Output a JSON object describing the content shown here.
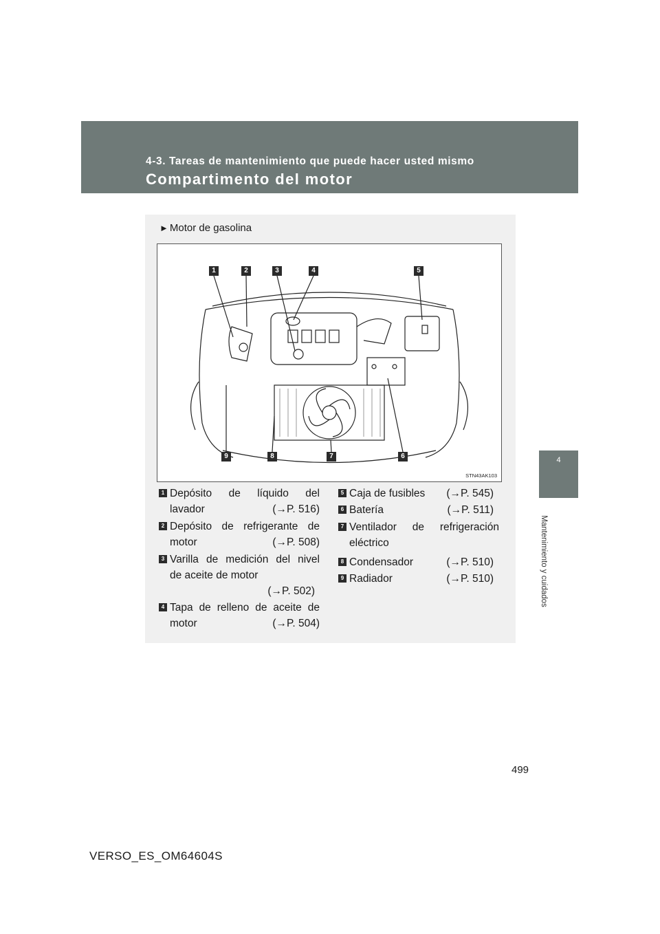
{
  "header": {
    "section": "4-3. Tareas de mantenimiento que puede hacer usted mismo",
    "title": "Compartimento del motor"
  },
  "side_tab": {
    "number": "4",
    "label": "Mantenimiento y cuidados"
  },
  "diagram": {
    "subtitle": "Motor de gasolina",
    "code": "STN43AK103",
    "callouts_top": [
      "1",
      "2",
      "3",
      "4",
      "5"
    ],
    "callouts_bottom": [
      "9",
      "8",
      "7",
      "6"
    ]
  },
  "items": [
    {
      "num": "1",
      "lines": [
        "Depósito de líquido del",
        "lavador"
      ],
      "ref": "(→P. 516)"
    },
    {
      "num": "2",
      "lines": [
        "Depósito de refrigerante de",
        "motor"
      ],
      "ref": "(→P. 508)"
    },
    {
      "num": "3",
      "lines": [
        "Varilla de medición del nivel",
        "de aceite de motor"
      ],
      "ref": "(→P. 502)"
    },
    {
      "num": "4",
      "lines": [
        "Tapa de relleno de aceite de",
        "motor"
      ],
      "ref": "(→P. 504)"
    },
    {
      "num": "5",
      "lines": [
        "Caja de fusibles"
      ],
      "ref": "(→P. 545)"
    },
    {
      "num": "6",
      "lines": [
        "Batería"
      ],
      "ref": "(→P. 511)"
    },
    {
      "num": "7",
      "lines": [
        "Ventilador de refrigeración",
        "eléctrico"
      ],
      "ref": ""
    },
    {
      "num": "8",
      "lines": [
        "Condensador"
      ],
      "ref": "(→P. 510)"
    },
    {
      "num": "9",
      "lines": [
        "Radiador"
      ],
      "ref": "(→P. 510)"
    }
  ],
  "footer": {
    "page_number": "499",
    "doc_code": "VERSO_ES_OM64604S"
  }
}
